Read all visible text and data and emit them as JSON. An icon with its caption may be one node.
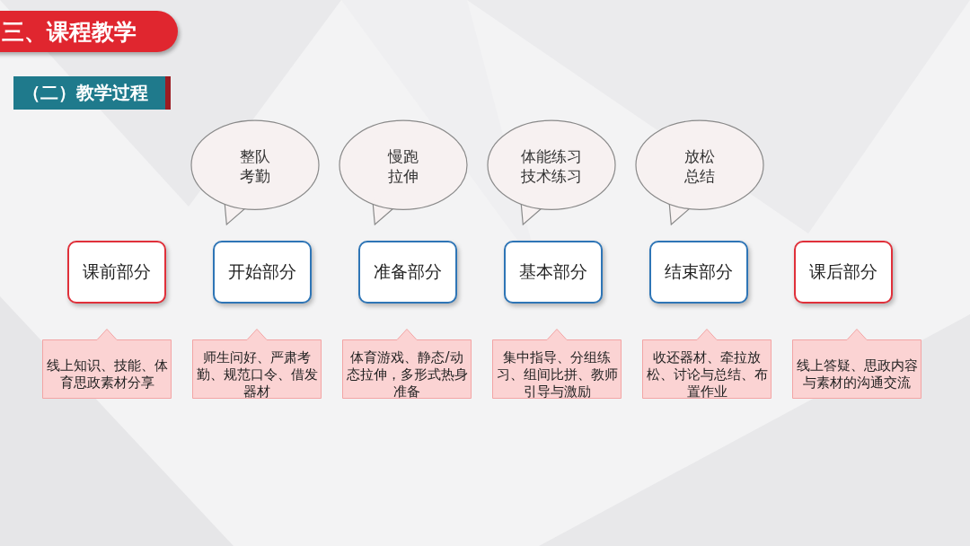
{
  "diagram": {
    "title": "三、课程教学",
    "nodes": [
      {
        "text": [
          "整队",
          "考勤"
        ]
      },
      {
        "text": [
          "慢跑",
          "拉伸"
        ]
      },
      {
        "text": [
          "体能练习",
          "技术练习"
        ]
      },
      {
        "text": [
          "放松",
          "总结"
        ]
      },
      {
        "text": [
          "课前部分"
        ]
      },
      {
        "text": [
          "开始部分"
        ]
      },
      {
        "text": [
          "准备部分"
        ]
      },
      {
        "text": [
          "基本部分"
        ]
      },
      {
        "text": [
          "结束部分"
        ]
      },
      {
        "text": [
          "课后部分"
        ]
      },
      {
        "text": [
          "线上知识、技能、体育思政素材分享"
        ]
      },
      {
        "text": [
          "师生问好、严肃考勤、规范口令、借发器材"
        ]
      },
      {
        "text": [
          "体育游戏、静态/动态拉伸，多形式热身准备"
        ]
      },
      {
        "text": [
          "集中指导、分组练习、组间比拼、教师引导与激励"
        ]
      },
      {
        "text": [
          "收还器材、牵拉放松、讨论与总结、布置作业"
        ]
      },
      {
        "text": [
          "线上答疑、思政内容与素材的沟通交流"
        ]
      }
    ],
    "edges": [],
    "labels": [
      "（二）教学过程"
    ]
  }
}
